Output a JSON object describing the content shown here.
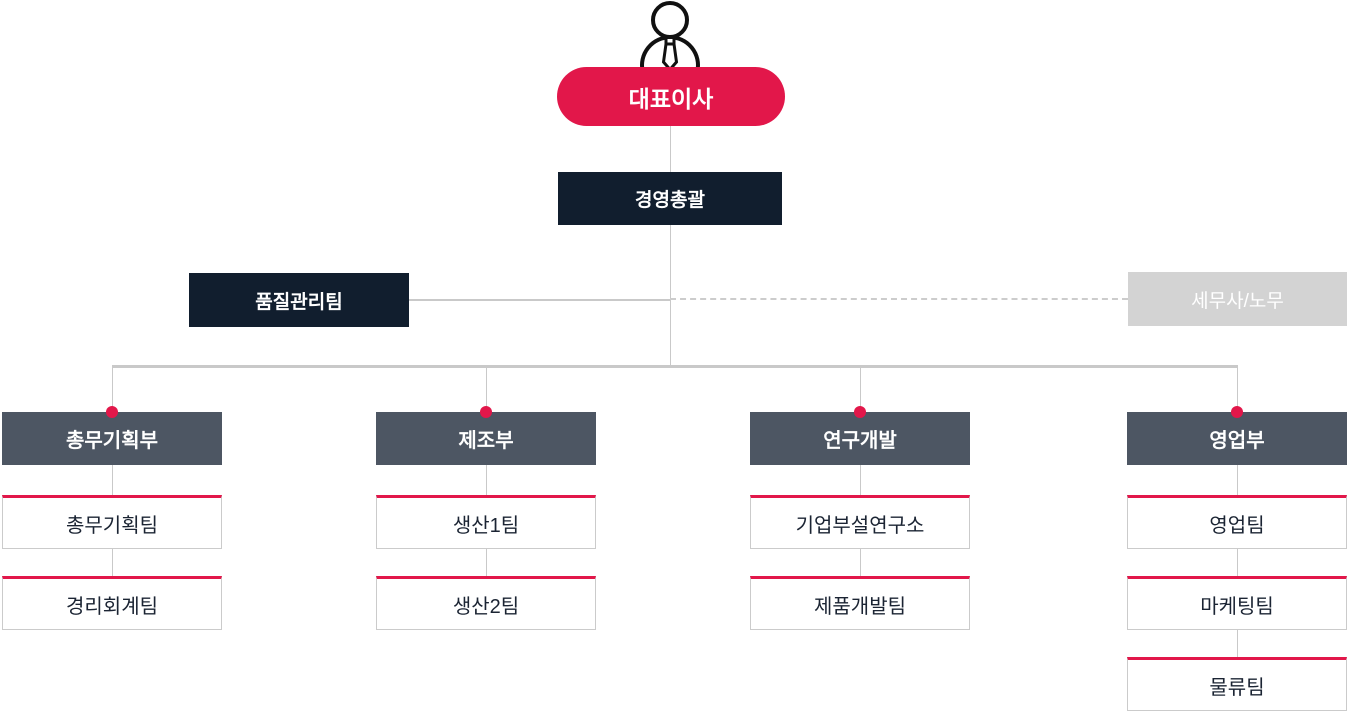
{
  "org": {
    "ceo": "대표이사",
    "management": "경영총괄",
    "staff_left": "품질관리팀",
    "staff_right": "세무사/노무",
    "departments": [
      {
        "name": "총무기획부",
        "teams": [
          "총무기획팀",
          "경리회계팀"
        ]
      },
      {
        "name": "제조부",
        "teams": [
          "생산1팀",
          "생산2팀"
        ]
      },
      {
        "name": "연구개발",
        "teams": [
          "기업부설연구소",
          "제품개발팀"
        ]
      },
      {
        "name": "영업부",
        "teams": [
          "영업팀",
          "마케팅팀",
          "물류팀"
        ]
      }
    ]
  },
  "colors": {
    "accent_red": "#E2174A",
    "dark_navy": "#111E2E",
    "slate_gray": "#4D5663",
    "light_gray_box": "#D3D3D3",
    "line_gray": "#C9C9C9"
  }
}
